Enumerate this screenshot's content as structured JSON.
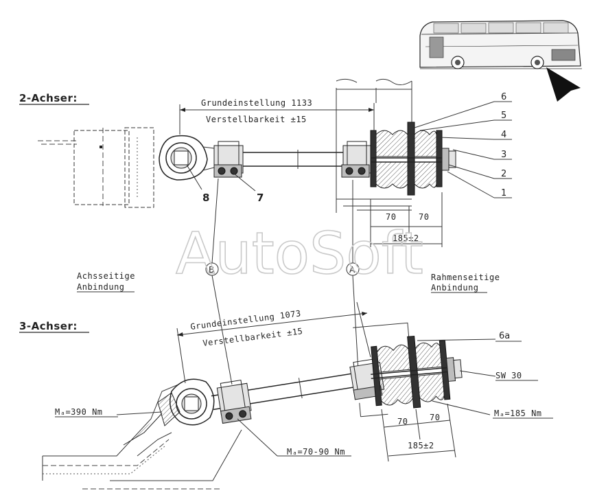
{
  "headings": {
    "two_axle": "2-Achser:",
    "three_axle": "3-Achser:"
  },
  "watermark": "AutoSoft",
  "top_drawing": {
    "base_setting": "Grundeinstellung 1133",
    "adjustability": "Verstellbarkeit ±15",
    "dim_70_left": "70",
    "dim_70_right": "70",
    "dim_185": "185±2",
    "callouts": [
      "6",
      "5",
      "4",
      "3",
      "2",
      "1"
    ],
    "part_8": "8",
    "part_7": "7",
    "marker_b": "B",
    "marker_a": "A"
  },
  "side_labels": {
    "axle_side_1": "Achsseitige",
    "axle_side_2": "Anbindung",
    "frame_side_1": "Rahmenseitige",
    "frame_side_2": "Anbindung"
  },
  "bottom_drawing": {
    "base_setting": "Grundeinstellung 1073",
    "adjustability": "Verstellbarkeit ±15",
    "callout_6a": "6a",
    "wrench_size": "SW 30",
    "torque_390": "Mₐ=390 Nm",
    "torque_70_90": "Mₐ=70-90 Nm",
    "torque_185": "Mₐ=185 Nm",
    "dim_70_left": "70",
    "dim_70_right": "70",
    "dim_185": "185±2"
  }
}
